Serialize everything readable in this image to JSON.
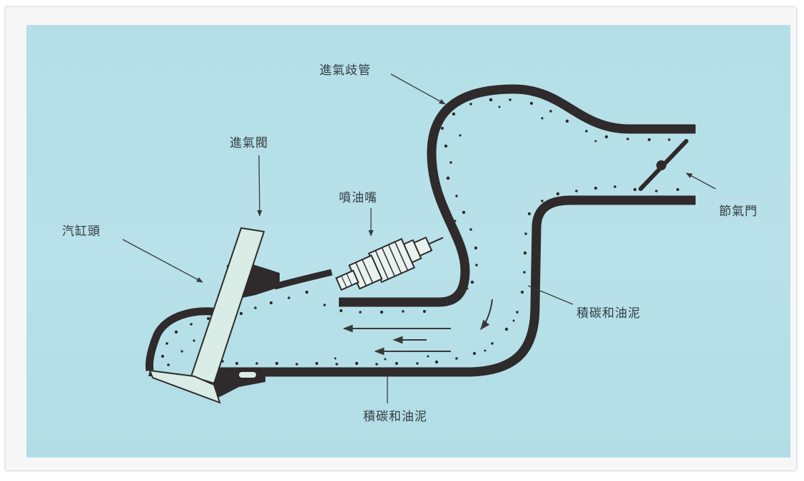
{
  "labels": {
    "intake_manifold": "進氣歧管",
    "intake_valve": "進氣閥",
    "fuel_injector": "噴油嘴",
    "cylinder_head": "汽缸頭",
    "throttle": "節氣門",
    "carbon_sludge_right": "積碳和油泥",
    "carbon_sludge_bottom": "積碳和油泥"
  },
  "colors": {
    "background": "#b6e0e8",
    "wall": "#2f2a2b",
    "valve_fill": "#d9ece6",
    "text": "#333b40"
  }
}
